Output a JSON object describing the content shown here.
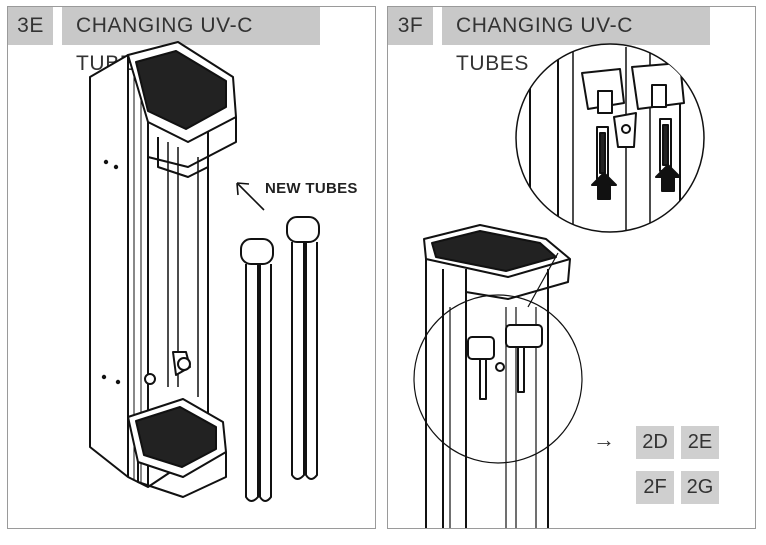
{
  "panel_left": {
    "code": "3E",
    "title": "CHANGING UV-C TUBES",
    "callout": "NEW TUBES"
  },
  "panel_right": {
    "code": "3F",
    "title": "CHANGING UV-C TUBES",
    "arrow_glyph": "→",
    "references": [
      "2D",
      "2E",
      "2F",
      "2G"
    ]
  }
}
